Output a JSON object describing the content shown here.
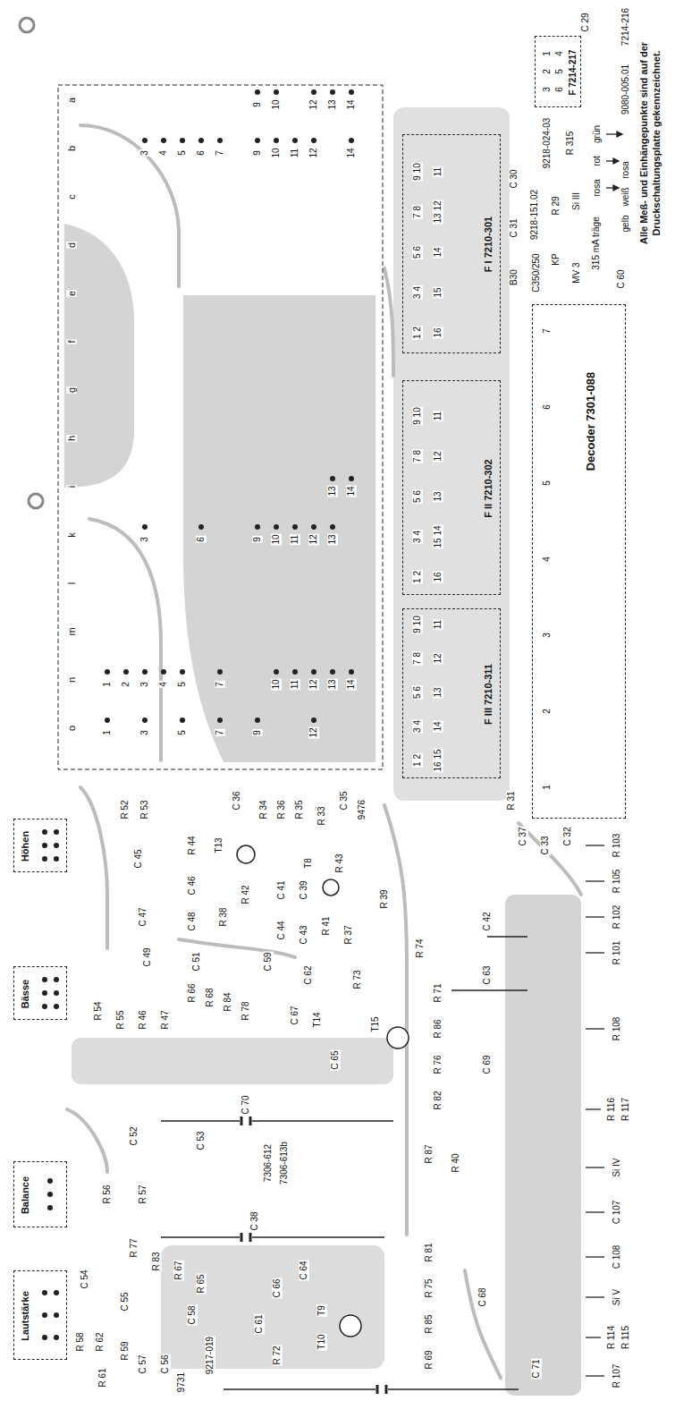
{
  "diagram": {
    "nodes": [
      {
        "text": [
          "F 7214-217"
        ]
      },
      {
        "text": [
          "F I 7210-301"
        ]
      },
      {
        "text": [
          "F II 7210-302"
        ]
      },
      {
        "text": [
          "Decoder 7301-088"
        ]
      },
      {
        "text": [
          "F III 7210-311"
        ]
      },
      {
        "text": [
          "Höhen"
        ]
      },
      {
        "text": [
          "Bässe"
        ]
      },
      {
        "text": [
          "Balance"
        ]
      },
      {
        "text": [
          "Lautstärke"
        ]
      }
    ],
    "labels": [
      "Alle Meß- und Einhängepunkte sind auf der Druckschaltungsplatte gekennzeichnet.",
      "C 29",
      "7214-216",
      "9080-005.01",
      "1",
      "2",
      "3",
      "4",
      "5",
      "6",
      "9218-024-03",
      "R 315",
      "grün",
      "rot",
      "rosa",
      "rosa",
      "weiß",
      "gelb",
      "C 30",
      "9218-151.02",
      "R 29",
      "Si III",
      "315 mA träge",
      "C 60",
      "C 31",
      "KP",
      "C350/250",
      "B30",
      "MV 3",
      "a",
      "b",
      "c",
      "d",
      "e",
      "f",
      "g",
      "h",
      "i",
      "k",
      "l",
      "m",
      "n",
      "o",
      "9",
      "10",
      "12",
      "13",
      "14",
      "3",
      "4",
      "5",
      "6",
      "7",
      "9",
      "10",
      "11",
      "12",
      "14",
      "13",
      "14",
      "3",
      "6",
      "9",
      "10",
      "11",
      "12",
      "13",
      "1",
      "2",
      "3",
      "4",
      "5",
      "7",
      "10",
      "11",
      "12",
      "13",
      "14",
      "1",
      "3",
      "5",
      "7",
      "9",
      "12",
      "1 2",
      "3 4",
      "5 6",
      "7 8",
      "9 10",
      "16",
      "15",
      "14",
      "13 12",
      "11",
      "1 2",
      "3 4",
      "5 6",
      "7 8",
      "9 10",
      "16",
      "15 14",
      "13",
      "12",
      "11",
      "1 2",
      "3 4",
      "5 6",
      "7 8",
      "9 10",
      "16 15",
      "14",
      "13",
      "12",
      "11",
      "7",
      "6",
      "5",
      "4",
      "3",
      "2",
      "1",
      "R 103",
      "R 105",
      "R 102",
      "R 101",
      "R 108",
      "R 116",
      "R 117",
      "Si IV",
      "C 107",
      "C 108",
      "Si V",
      "R 114",
      "R 115",
      "R 107",
      "R 52",
      "R 53",
      "C 36",
      "R 34",
      "R 36",
      "R 35",
      "R 33",
      "C 35",
      "9476",
      "C 45",
      "R 44",
      "T13",
      "T8",
      "R 43",
      "C 46",
      "C 47",
      "C 48",
      "R 38",
      "R 42",
      "C 41",
      "C 39",
      "C 44",
      "C 43",
      "R 41",
      "R 37",
      "R 39",
      "C 42",
      "R 74",
      "R 73",
      "C 63",
      "C 49",
      "C 51",
      "C 59",
      "R 66",
      "R 68",
      "R 84",
      "R 78",
      "C 62",
      "C 67",
      "T14",
      "T15",
      "C 65",
      "R 71",
      "R 86",
      "R 76",
      "R 82",
      "C 69",
      "R 54",
      "R 55",
      "R 46",
      "R 47",
      "C 70",
      "C 52",
      "C 53",
      "7306-612",
      "7306-613b",
      "R 87",
      "R 40",
      "R 56",
      "R 57",
      "C 38",
      "R 77",
      "R 83",
      "R 67",
      "R 65",
      "C 54",
      "C 55",
      "R 58",
      "R 62",
      "R 59",
      "C 57",
      "R 61",
      "C 56",
      "9731",
      "9217-019",
      "C 58",
      "C 64",
      "C 66",
      "T9",
      "T10",
      "C 61",
      "R 72",
      "R 81",
      "R 75",
      "R 85",
      "R 69",
      "C 68",
      "C 71",
      "R 31",
      "C 37",
      "C 33",
      "C 32"
    ]
  }
}
